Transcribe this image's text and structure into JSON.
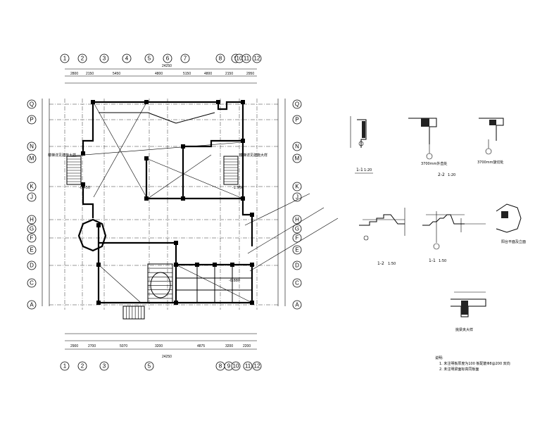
{
  "axes_top": [
    "1",
    "2",
    "3",
    "4",
    "5",
    "6",
    "7",
    "8",
    "9",
    "10",
    "11",
    "12"
  ],
  "axes_bottom": [
    "1",
    "2",
    "3",
    "5",
    "8",
    "9",
    "10",
    "11",
    "12"
  ],
  "axes_left": [
    "Q",
    "P",
    "N",
    "M",
    "K",
    "J",
    "H",
    "G",
    "F",
    "E",
    "D",
    "C",
    "A"
  ],
  "axes_right": [
    "Q",
    "P",
    "N",
    "M",
    "K",
    "J",
    "H",
    "G",
    "F",
    "E",
    "D",
    "C",
    "A"
  ],
  "dims_top_total": "24250",
  "dims_bottom_total": "24250",
  "dims_top": [
    "2800",
    "2150",
    "5450",
    "4800",
    "5150",
    "4800",
    "2150",
    "2950"
  ],
  "dims_bottom": [
    "2900",
    "2700",
    "5070",
    "3200",
    "4875",
    "3200",
    "2200"
  ],
  "section_titles": {
    "s1": "1-1",
    "s1_scale": "1:20",
    "s2": "2-2",
    "s2_scale": "1:20",
    "s3": "1-2",
    "s3_scale": "1:50",
    "s4": "1-1",
    "s4_scale": "1:50",
    "d1": "3700mm外直处",
    "d2": "3700mm旋切处",
    "beam": "挑梁夹大样",
    "balcony": "阳台平面及立面"
  },
  "notes": {
    "heading": "说明:",
    "n1": "1. 未注明板厚度为100 板配筋Φ8@200 双向",
    "n2": "2. 未注明梁面标高同板面"
  },
  "plan_labels": {
    "stair_left": "楼梯详见建施大样",
    "stair_right": "楼梯详见建施大样",
    "elev1": "-0.450",
    "elev2": "-1.950",
    "elev3": "-0.880"
  },
  "colors": {
    "line": "#000000",
    "bg": "#ffffff"
  }
}
